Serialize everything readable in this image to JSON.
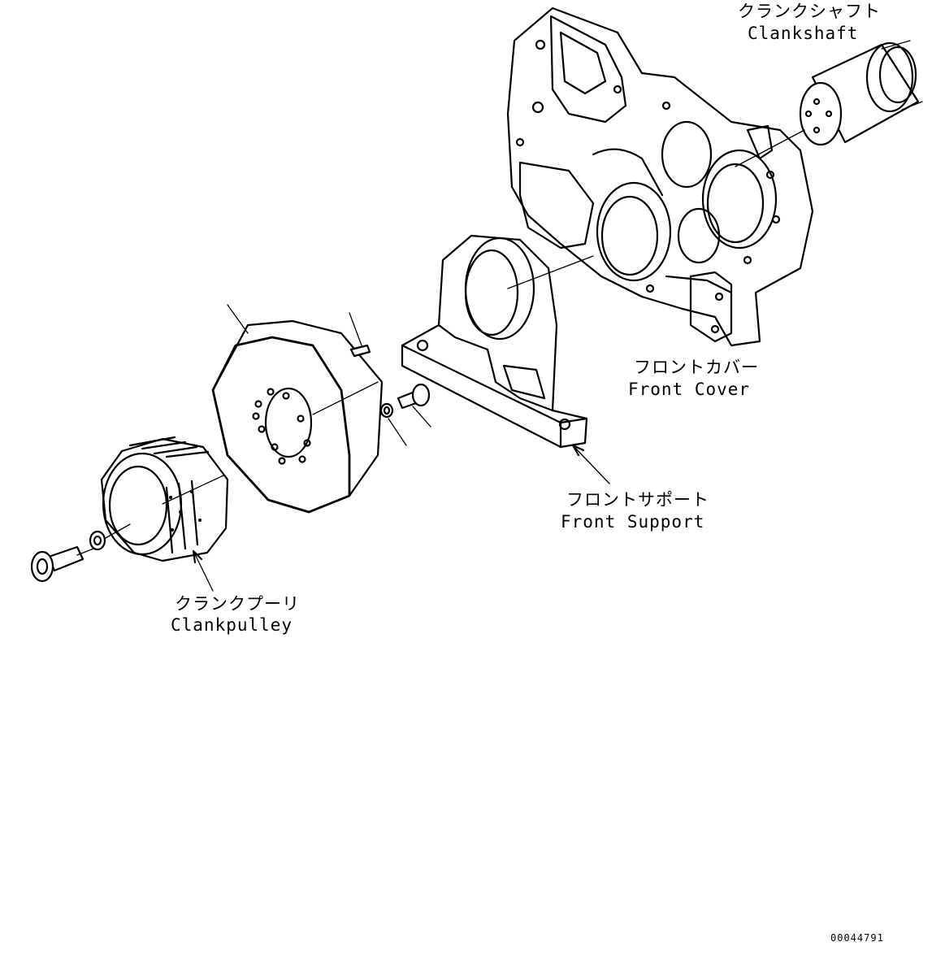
{
  "labels": {
    "crankshaft_jp": "クランクシャフト",
    "crankshaft_en": "Clankshaft",
    "front_cover_jp": "フロントカバー",
    "front_cover_en": "Front Cover",
    "front_support_jp": "フロントサポート",
    "front_support_en": "Front Support",
    "crank_pulley_jp": "クランクプーリ",
    "crank_pulley_en": "Clankpulley"
  },
  "drawing_number": "00044791"
}
